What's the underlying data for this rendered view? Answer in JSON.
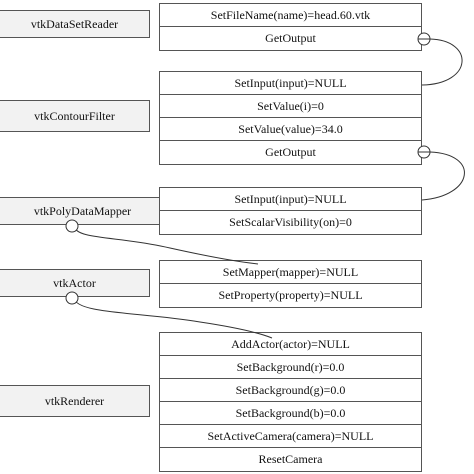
{
  "classes": [
    {
      "name": "vtkDataSetReader",
      "methods": [
        "SetFileName(name)=head.60.vtk",
        "GetOutput"
      ]
    },
    {
      "name": "vtkContourFilter",
      "methods": [
        "SetInput(input)=NULL",
        "SetValue(i)=0",
        "SetValue(value)=34.0",
        "GetOutput"
      ]
    },
    {
      "name": "vtkPolyDataMapper",
      "methods": [
        "SetInput(input)=NULL",
        "SetScalarVisibility(on)=0"
      ]
    },
    {
      "name": "vtkActor",
      "methods": [
        "SetMapper(mapper)=NULL",
        "SetProperty(property)=NULL"
      ]
    },
    {
      "name": "vtkRenderer",
      "methods": [
        "AddActor(actor)=NULL",
        "SetBackground(r)=0.0",
        "SetBackground(g)=0.0",
        "SetBackground(b)=0.0",
        "SetActiveCamera(camera)=NULL",
        "ResetCamera"
      ]
    }
  ],
  "colors": {
    "border": "#555555",
    "class_fill": "#f2f2f2",
    "link": "#333333"
  }
}
